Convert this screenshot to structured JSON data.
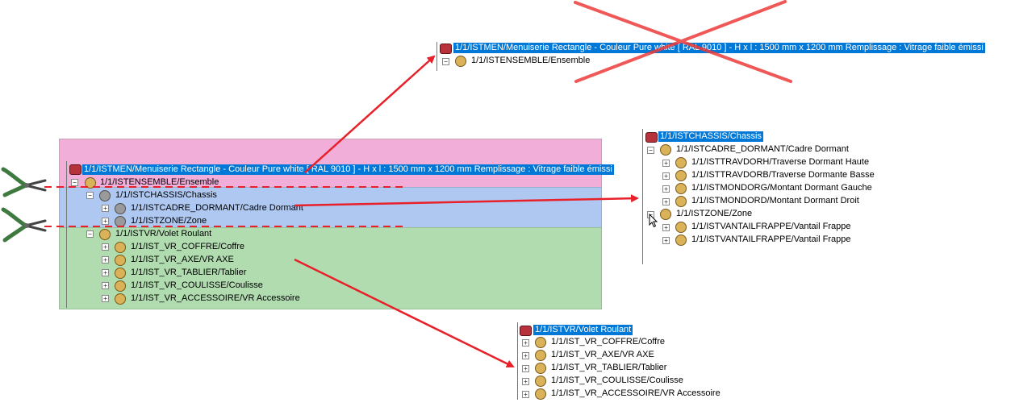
{
  "colors": {
    "band_top": "#f0aed8",
    "band_mid": "#aec8f2",
    "band_bottom": "#b0dcb0",
    "arrow": "#e8202a",
    "selection": "#0078d7"
  },
  "icons": [
    "pliers-icon",
    "pliers-icon",
    "red-component-icon",
    "gold-component-icon",
    "grey-component-icon",
    "expand-icon",
    "collapse-icon",
    "cursor-icon"
  ],
  "main_tree": {
    "root": "1/1/ISTMEN/Menuiserie Rectangle - Couleur Pure white  [ RAL 9010 ] - H x l : 1500 mm x 1200 mm Remplissage : Vitrage faible émissi",
    "ensemble": "1/1/ISTENSEMBLE/Ensemble",
    "chassis": "1/1/ISTCHASSIS/Chassis",
    "chassis_children": [
      "1/1/ISTCADRE_DORMANT/Cadre Dormant",
      "1/1/ISTZONE/Zone"
    ],
    "volet": "1/1/ISTVR/Volet Roulant",
    "volet_children": [
      "1/1/IST_VR_COFFRE/Coffre",
      "1/1/IST_VR_AXE/VR AXE",
      "1/1/IST_VR_TABLIER/Tablier",
      "1/1/IST_VR_COULISSE/Coulisse",
      "1/1/IST_VR_ACCESSOIRE/VR Accessoire"
    ]
  },
  "top_tree": {
    "root": "1/1/ISTMEN/Menuiserie Rectangle - Couleur Pure white  [ RAL 9010 ] - H x l : 1500 mm x 1200 mm Remplissage : Vitrage faible émissi",
    "child": "1/1/ISTENSEMBLE/Ensemble"
  },
  "right_tree": {
    "root": "1/1/ISTCHASSIS/Chassis",
    "cadre": "1/1/ISTCADRE_DORMANT/Cadre Dormant",
    "cadre_children": [
      "1/1/ISTTRAVDORH/Traverse Dormant Haute",
      "1/1/ISTTRAVDORB/Traverse Dormante Basse",
      "1/1/ISTMONDORG/Montant Dormant Gauche",
      "1/1/ISTMONDORD/Montant Dormant Droit"
    ],
    "zone": "1/1/ISTZONE/Zone",
    "zone_children": [
      "1/1/ISTVANTAILFRAPPE/Vantail Frappe",
      "1/1/ISTVANTAILFRAPPE/Vantail Frappe"
    ]
  },
  "bottom_tree": {
    "root": "1/1/ISTVR/Volet Roulant",
    "children": [
      "1/1/IST_VR_COFFRE/Coffre",
      "1/1/IST_VR_AXE/VR AXE",
      "1/1/IST_VR_TABLIER/Tablier",
      "1/1/IST_VR_COULISSE/Coulisse",
      "1/1/IST_VR_ACCESSOIRE/VR Accessoire"
    ]
  }
}
